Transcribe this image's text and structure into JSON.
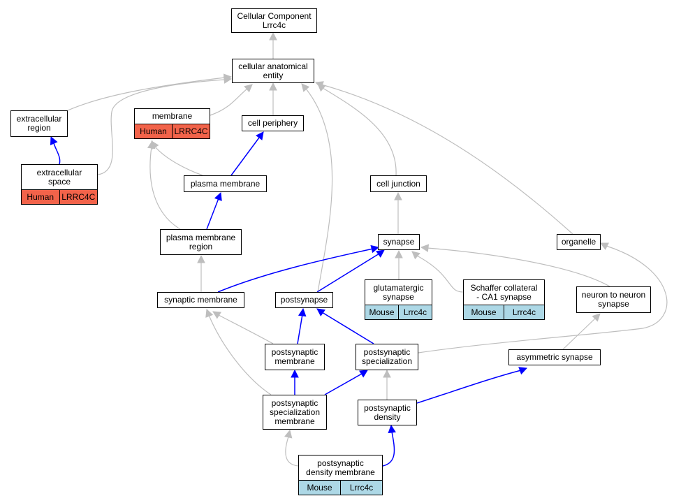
{
  "colors": {
    "is_a_edge": "#bebebe",
    "part_of_edge": "#0000ff",
    "human_annotation": "#f2634a",
    "mouse_annotation": "#add8e6"
  },
  "nodes": {
    "root": {
      "lines": [
        "Cellular Component",
        "Lrrc4c"
      ]
    },
    "cae": {
      "lines": [
        "cellular anatomical",
        "entity"
      ]
    },
    "extracellular_region": {
      "lines": [
        "extracellular",
        "region"
      ]
    },
    "membrane": {
      "lines": [
        "membrane"
      ],
      "annotation": [
        "Human",
        "LRRC4C"
      ]
    },
    "cell_periphery": {
      "lines": [
        "cell periphery"
      ]
    },
    "extracellular_space": {
      "lines": [
        "extracellular",
        "space"
      ],
      "annotation": [
        "Human",
        "LRRC4C"
      ]
    },
    "plasma_membrane": {
      "lines": [
        "plasma membrane"
      ]
    },
    "cell_junction": {
      "lines": [
        "cell junction"
      ]
    },
    "pm_region": {
      "lines": [
        "plasma membrane",
        "region"
      ]
    },
    "synapse": {
      "lines": [
        "synapse"
      ]
    },
    "organelle": {
      "lines": [
        "organelle"
      ]
    },
    "synaptic_membrane": {
      "lines": [
        "synaptic membrane"
      ]
    },
    "postsynapse": {
      "lines": [
        "postsynapse"
      ]
    },
    "glutamatergic": {
      "lines": [
        "glutamatergic",
        "synapse"
      ],
      "annotation": [
        "Mouse",
        "Lrrc4c"
      ]
    },
    "schaffer": {
      "lines": [
        "Schaffer collateral",
        "- CA1 synapse"
      ],
      "annotation": [
        "Mouse",
        "Lrrc4c"
      ]
    },
    "n2n": {
      "lines": [
        "neuron to neuron",
        "synapse"
      ]
    },
    "ps_membrane": {
      "lines": [
        "postsynaptic",
        "membrane"
      ]
    },
    "ps_specialization": {
      "lines": [
        "postsynaptic",
        "specialization"
      ]
    },
    "asymmetric": {
      "lines": [
        "asymmetric synapse"
      ]
    },
    "ps_spec_membrane": {
      "lines": [
        "postsynaptic",
        "specialization",
        "membrane"
      ]
    },
    "ps_density": {
      "lines": [
        "postsynaptic",
        "density"
      ]
    },
    "psd_membrane": {
      "lines": [
        "postsynaptic",
        "density membrane"
      ],
      "annotation": [
        "Mouse",
        "Lrrc4c"
      ]
    }
  },
  "edges": [
    {
      "from": "cae",
      "to": "root",
      "kind": "is_a"
    },
    {
      "from": "extracellular_region",
      "to": "cae",
      "kind": "is_a"
    },
    {
      "from": "membrane",
      "to": "cae",
      "kind": "is_a"
    },
    {
      "from": "cell_periphery",
      "to": "cae",
      "kind": "is_a"
    },
    {
      "from": "extracellular_space",
      "to": "cae",
      "kind": "is_a"
    },
    {
      "from": "postsynapse",
      "to": "cae",
      "kind": "is_a"
    },
    {
      "from": "cell_junction",
      "to": "cae",
      "kind": "is_a"
    },
    {
      "from": "organelle",
      "to": "cae",
      "kind": "is_a"
    },
    {
      "from": "extracellular_space",
      "to": "extracellular_region",
      "kind": "part_of"
    },
    {
      "from": "plasma_membrane",
      "to": "membrane",
      "kind": "is_a"
    },
    {
      "from": "pm_region",
      "to": "membrane",
      "kind": "is_a"
    },
    {
      "from": "plasma_membrane",
      "to": "cell_periphery",
      "kind": "part_of"
    },
    {
      "from": "pm_region",
      "to": "plasma_membrane",
      "kind": "part_of"
    },
    {
      "from": "synapse",
      "to": "cell_junction",
      "kind": "is_a"
    },
    {
      "from": "synaptic_membrane",
      "to": "pm_region",
      "kind": "is_a"
    },
    {
      "from": "synaptic_membrane",
      "to": "synapse",
      "kind": "part_of"
    },
    {
      "from": "postsynapse",
      "to": "synapse",
      "kind": "part_of"
    },
    {
      "from": "glutamatergic",
      "to": "synapse",
      "kind": "is_a"
    },
    {
      "from": "schaffer",
      "to": "synapse",
      "kind": "is_a"
    },
    {
      "from": "n2n",
      "to": "synapse",
      "kind": "is_a"
    },
    {
      "from": "ps_specialization",
      "to": "organelle",
      "kind": "is_a"
    },
    {
      "from": "ps_membrane",
      "to": "synaptic_membrane",
      "kind": "is_a"
    },
    {
      "from": "ps_spec_membrane",
      "to": "synaptic_membrane",
      "kind": "is_a"
    },
    {
      "from": "ps_membrane",
      "to": "postsynapse",
      "kind": "part_of"
    },
    {
      "from": "ps_specialization",
      "to": "postsynapse",
      "kind": "part_of"
    },
    {
      "from": "asymmetric",
      "to": "n2n",
      "kind": "is_a"
    },
    {
      "from": "ps_spec_membrane",
      "to": "ps_membrane",
      "kind": "part_of"
    },
    {
      "from": "ps_spec_membrane",
      "to": "ps_specialization",
      "kind": "part_of"
    },
    {
      "from": "ps_density",
      "to": "ps_specialization",
      "kind": "is_a"
    },
    {
      "from": "ps_density",
      "to": "asymmetric",
      "kind": "part_of"
    },
    {
      "from": "psd_membrane",
      "to": "ps_spec_membrane",
      "kind": "is_a"
    },
    {
      "from": "psd_membrane",
      "to": "ps_density",
      "kind": "part_of"
    }
  ]
}
